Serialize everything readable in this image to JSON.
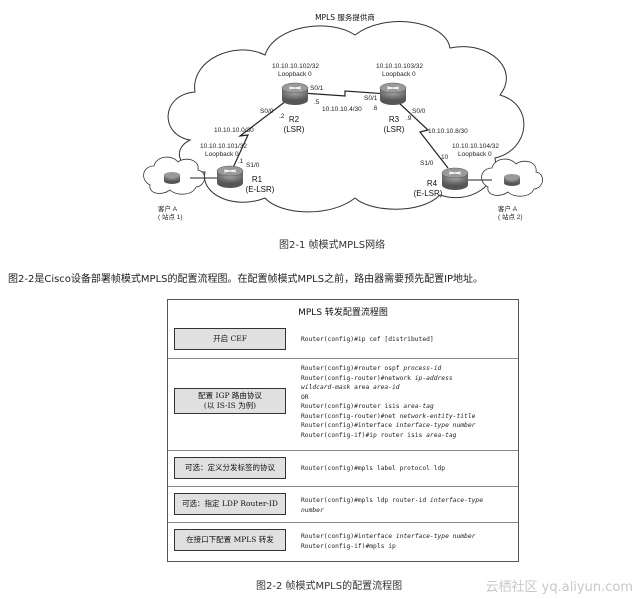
{
  "network": {
    "cloud_title": "MPLS 服务提供商",
    "routers": {
      "r1": {
        "name": "R1",
        "role": "(E-LSR)"
      },
      "r2": {
        "name": "R2",
        "role": "(LSR)"
      },
      "r3": {
        "name": "R3",
        "role": "(LSR)"
      },
      "r4": {
        "name": "R4",
        "role": "(E-LSR)"
      }
    },
    "loopbacks": {
      "r1": {
        "addr": "10.10.10.101/32",
        "if": "Loopback 0"
      },
      "r2": {
        "addr": "10.10.10.102/32",
        "if": "Loopback 0"
      },
      "r3": {
        "addr": "10.10.10.103/32",
        "if": "Loopback 0"
      },
      "r4": {
        "addr": "10.10.10.104/32",
        "if": "Loopback 0"
      }
    },
    "links": {
      "r1_r2": {
        "net": "10.10.10.0/30",
        "r1_if": "S1/0",
        "r1_host": ".1",
        "r2_if": "S0/0",
        "r2_host": ".2"
      },
      "r2_r3": {
        "net": "10.10.10.4/30",
        "r2_if": "S0/1",
        "r2_host": ".5",
        "r3_if": "S0/1",
        "r3_host": ".6"
      },
      "r3_r4": {
        "net": "10.10.10.8/30",
        "r3_if": "S0/0",
        "r3_host": ".9",
        "r4_if": "S1/0",
        "r4_host": "10"
      }
    },
    "customers": {
      "left": {
        "name": "客户 A",
        "site": "( 站点 1)"
      },
      "right": {
        "name": "客户 A",
        "site": "( 站点 2)"
      }
    }
  },
  "figure1_caption": "图2-1 帧模式MPLS网络",
  "paragraph": "图2-2是Cisco设备部署帧模式MPLS的配置流程图。在配置帧模式MPLS之前，路由器需要预先配置IP地址。",
  "flow": {
    "title": "MPLS 转发配置流程图",
    "steps": [
      {
        "label_lines": [
          "开启 CEF"
        ],
        "cmds": [
          [
            {
              "t": "Router(config)#"
            },
            {
              "t": "ip cef [distributed]"
            }
          ]
        ]
      },
      {
        "label_lines": [
          "配置 IGP 路由协议",
          "(以 IS-IS 为例)"
        ],
        "cmds": [
          [
            {
              "t": "Router(config)#"
            },
            {
              "t": "router ospf "
            },
            {
              "t": "process-id",
              "i": true
            }
          ],
          [
            {
              "t": "Router(config-router)#"
            },
            {
              "t": "network "
            },
            {
              "t": "ip-address",
              "i": true
            }
          ],
          [
            {
              "t": "wildcard-mask",
              "i": true
            },
            {
              "t": " area "
            },
            {
              "t": "area-id",
              "i": true
            }
          ],
          [
            {
              "t": "OR"
            }
          ],
          [
            {
              "t": "Router(config)#"
            },
            {
              "t": "router isis "
            },
            {
              "t": "area-tag",
              "i": true
            }
          ],
          [
            {
              "t": "Router(config-router)#"
            },
            {
              "t": "net "
            },
            {
              "t": "network-entity-title",
              "i": true
            }
          ],
          [
            {
              "t": "Router(config)#"
            },
            {
              "t": "interface "
            },
            {
              "t": "interface-type number",
              "i": true
            }
          ],
          [
            {
              "t": "Router(config-if)#"
            },
            {
              "t": "ip router isis "
            },
            {
              "t": "area-tag",
              "i": true
            }
          ]
        ]
      },
      {
        "label_lines": [
          "可选：定义分发标签的协议"
        ],
        "cmds": [
          [
            {
              "t": "Router(config)#"
            },
            {
              "t": "mpls label protocol ldp"
            }
          ]
        ]
      },
      {
        "label_lines": [
          "可选：指定 LDP Router-ID"
        ],
        "cmds": [
          [
            {
              "t": "Router(config)#"
            },
            {
              "t": "mpls ldp router-id "
            },
            {
              "t": "interface-type",
              "i": true
            }
          ],
          [
            {
              "t": "number",
              "i": true
            }
          ]
        ]
      },
      {
        "label_lines": [
          "在接口下配置 MPLS 转发"
        ],
        "cmds": [
          [
            {
              "t": "Router(config)#"
            },
            {
              "t": "interface "
            },
            {
              "t": "interface-type number",
              "i": true
            }
          ],
          [
            {
              "t": "Router(config-if)#"
            },
            {
              "t": "mpls ip"
            }
          ]
        ]
      }
    ]
  },
  "figure2_caption": "图2-2 帧模式MPLS的配置流程图",
  "watermark": "云栖社区 yq.aliyun.com",
  "colors": {
    "router_fill": "#7d7d7d",
    "step_fill": "#e0e0e0",
    "cloud_stroke": "#333333"
  }
}
